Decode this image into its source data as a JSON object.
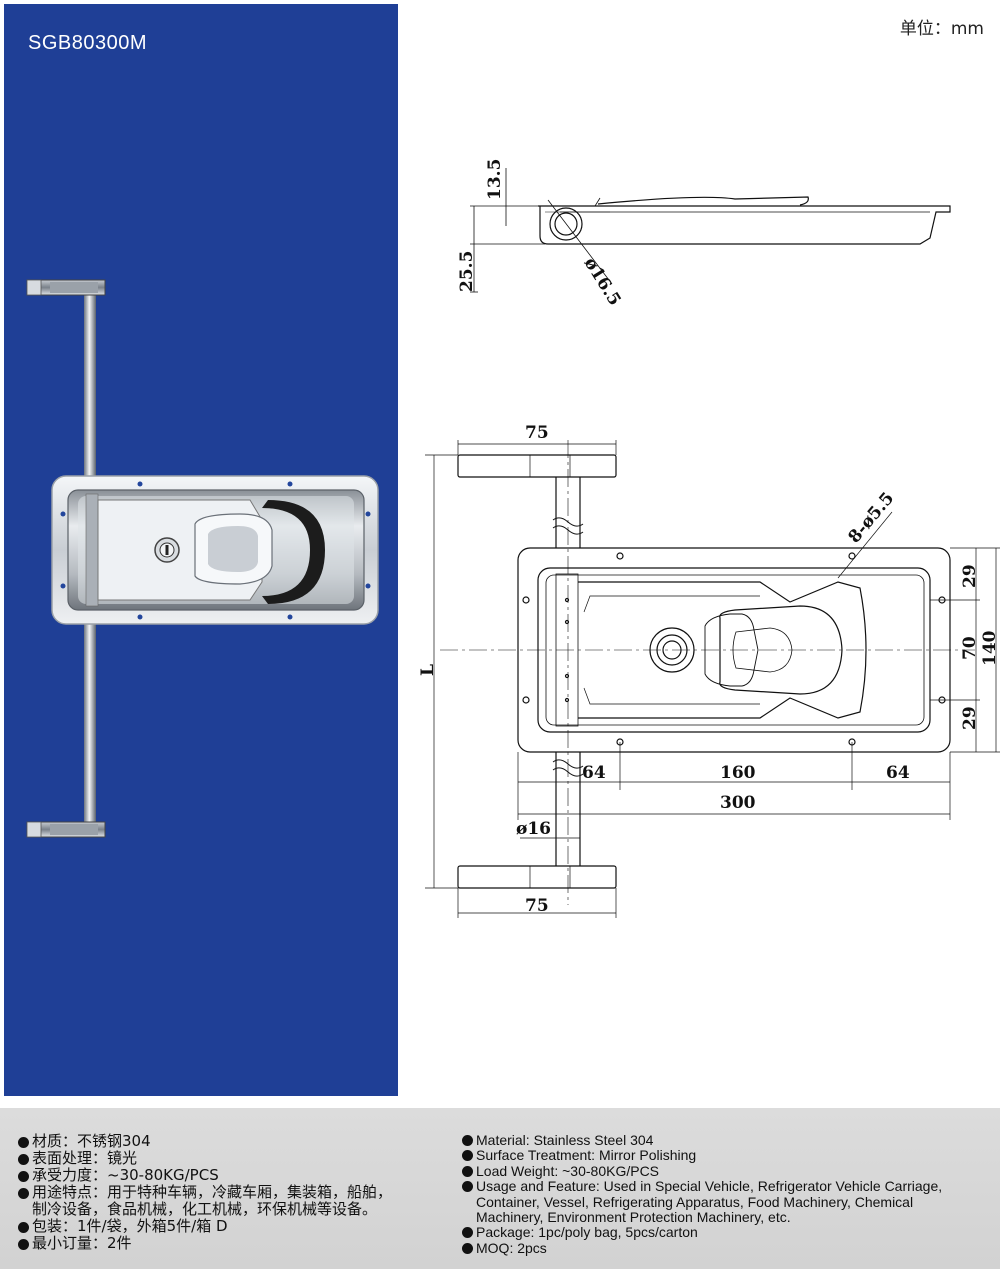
{
  "header": {
    "model": "SGB80300M",
    "unit": "单位：mm"
  },
  "drawing": {
    "side_view": {
      "height_top": "13.5",
      "height_total": "25.5",
      "diameter": "ø16.5"
    },
    "top_view": {
      "width_handle_top": "75",
      "width_handle_bottom": "75",
      "holes": "8-ø5.5",
      "length": "L",
      "edge_top": "29",
      "center": "70",
      "edge_bottom": "29",
      "height_total": "140",
      "offset_left": "64",
      "hole_spacing": "160",
      "offset_right": "64",
      "width_total": "300",
      "rod_diameter": "ø16"
    }
  },
  "specs_cn": [
    "材质：不锈钢304",
    "表面处理：镜光",
    "承受力度：~30-80KG/PCS",
    "用途特点：用于特种车辆，冷藏车厢，集装箱，船舶，\n制冷设备，食品机械，化工机械，环保机械等设备。",
    "包装：1件/袋，外箱5件/箱   D",
    "最小订量：2件"
  ],
  "specs_en": [
    "Material: Stainless Steel 304",
    "Surface Treatment: Mirror Polishing",
    "Load Weight: ~30-80KG/PCS",
    "Usage and Feature: Used in Special Vehicle, Refrigerator Vehicle Carriage,\nContainer, Vessel, Refrigerating Apparatus, Food Machinery, Chemical\nMachinery, Environment Protection Machinery, etc.",
    "Package: 1pc/poly bag, 5pcs/carton",
    "MOQ: 2pcs"
  ],
  "colors": {
    "panel_blue": "#1f3f96",
    "spec_band": "#d6d6d6"
  }
}
